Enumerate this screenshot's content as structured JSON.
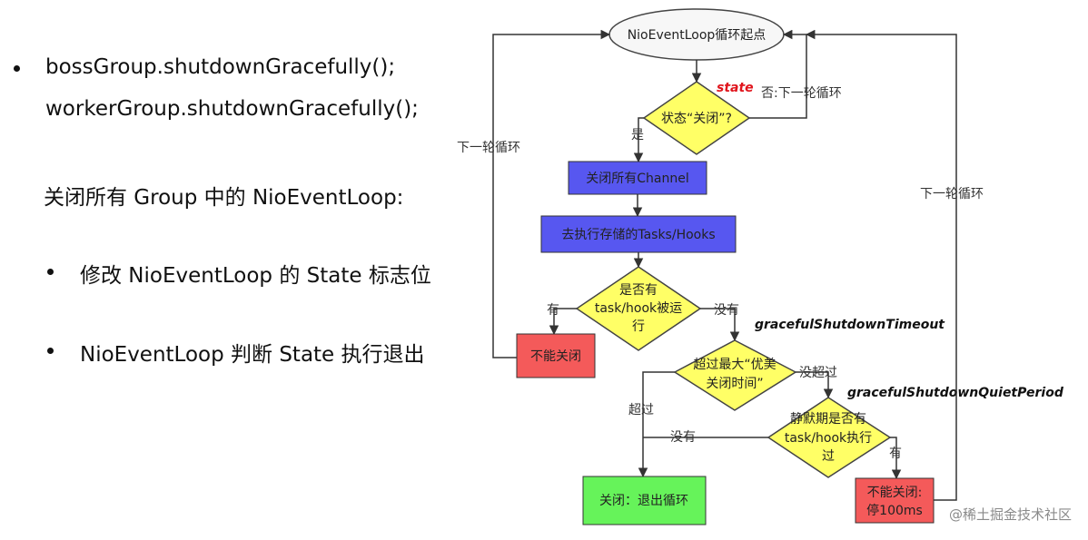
{
  "bullets": {
    "line1": "bossGroup.shutdownGracefully();",
    "line2": "workerGroup.shutdownGracefully();",
    "heading": "关闭所有 Group 中的 NioEventLoop:",
    "sub1": "修改 NioEventLoop 的 State 标志位",
    "sub2": "NioEventLoop 判断 State 执行退出"
  },
  "flowchart": {
    "start": "NioEventLoop循环起点",
    "state_annotation": "state",
    "diamond_closed": "状态“关闭”?",
    "next_loop_right": "否:下一轮循环",
    "yes": "是",
    "next_loop_left": "下一轮循环",
    "close_channels": "关闭所有Channel",
    "run_tasks": "去执行存储的Tasks/Hooks",
    "diamond_tasks_l1": "是否有",
    "diamond_tasks_l2": "task/hook被运",
    "diamond_tasks_l3": "行",
    "has": "有",
    "none": "没有",
    "cannot_close": "不能关闭",
    "timeout_annotation": "gracefulShutdownTimeout",
    "diamond_timeout_l1": "超过最大“优美",
    "diamond_timeout_l2": "关闭时间”",
    "not_exceeded": "没超过",
    "exceeded": "超过",
    "quiet_annotation": "gracefulShutdownQuietPeriod",
    "diamond_quiet_l1": "静默期是否有",
    "diamond_quiet_l2": "task/hook执行",
    "diamond_quiet_l3": "过",
    "none2": "没有",
    "has2": "有",
    "next_loop_far": "下一轮循环",
    "close_exit": "关闭：退出循环",
    "cannot_close2_l1": "不能关闭:",
    "cannot_close2_l2": "停100ms",
    "colors": {
      "blue_box": "#5757f0",
      "diamond": "#ffff66",
      "red_box": "#f45a5a",
      "green_box": "#66f35a"
    }
  },
  "watermark": "@稀土掘金技术社区"
}
